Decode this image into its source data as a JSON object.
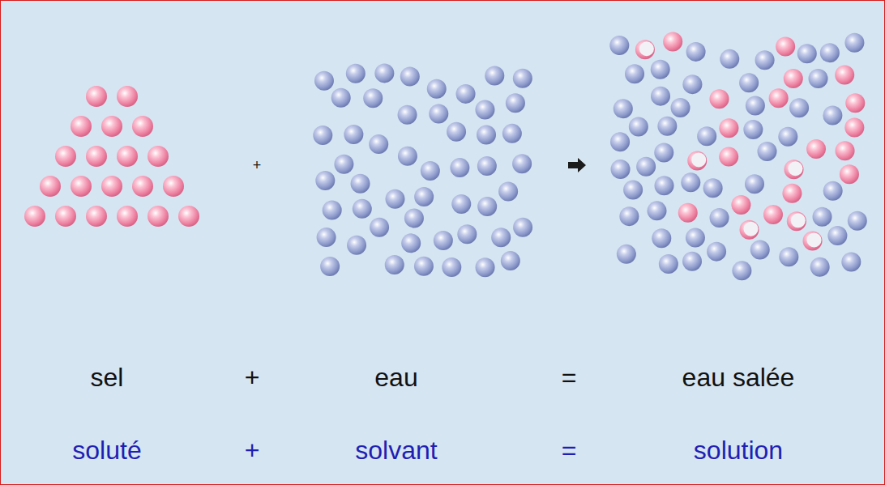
{
  "diagram": {
    "labels": [
      "+",
      "sel",
      "+",
      "eau",
      "=",
      "eau salée",
      "soluté",
      "+",
      "solvant",
      "=",
      "solution"
    ]
  }
}
